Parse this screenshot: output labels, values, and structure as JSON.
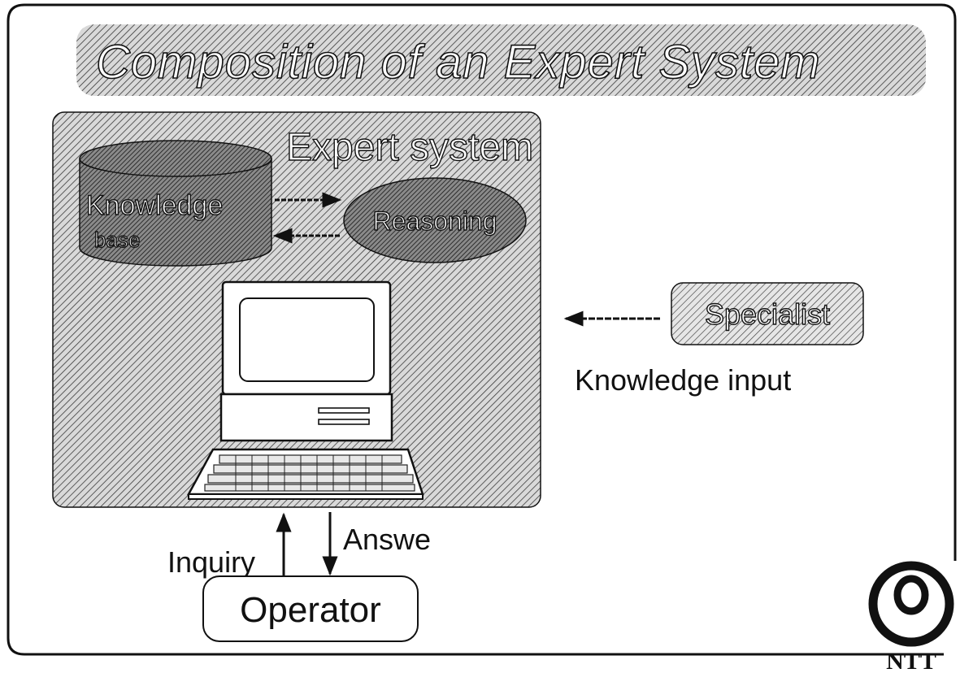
{
  "title": "Composition of an Expert System",
  "expert_system_label": "Expert system",
  "knowledge_base_label": [
    "Knowledge",
    "base"
  ],
  "reasoning_label": "Reasoning",
  "specialist_label": "Specialist",
  "knowledge_input_label": "Knowledge input",
  "inquiry_label": "Inquiry",
  "answer_label": "Answe",
  "operator_label": "Operator",
  "logo": {
    "text": "NTT"
  }
}
